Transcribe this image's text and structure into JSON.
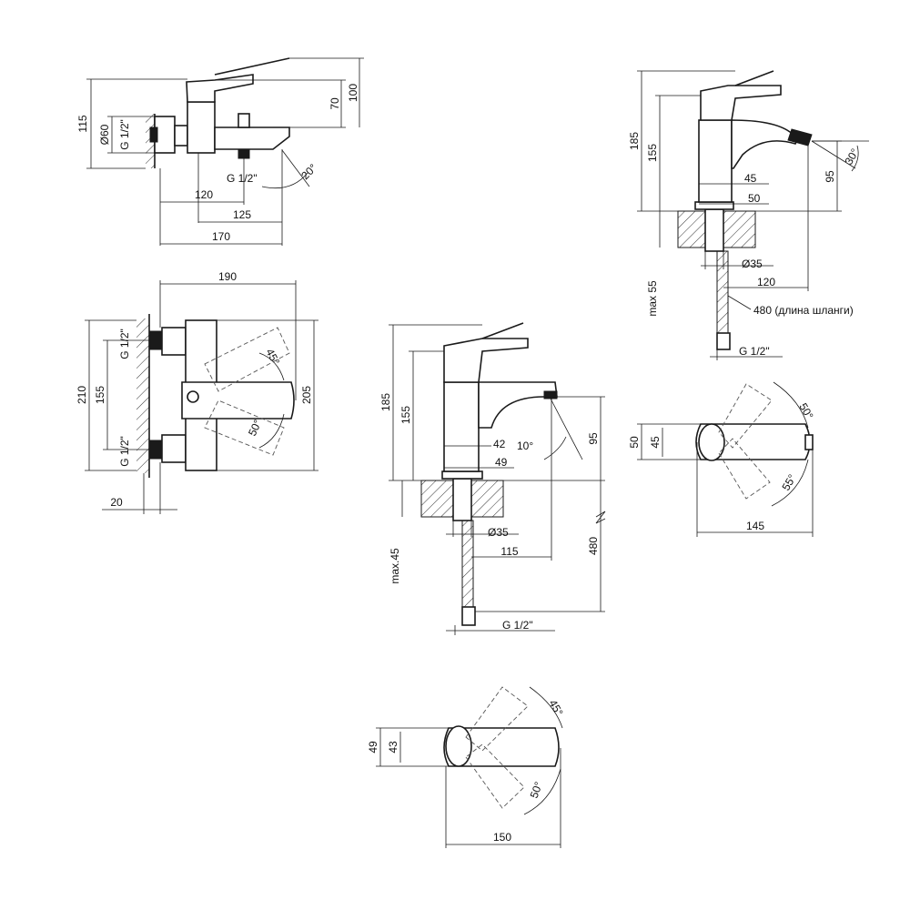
{
  "bath": {
    "dims": {
      "h115": "115",
      "d60": "Ø60",
      "g12": "G 1/2\"",
      "h70": "70",
      "h100": "100",
      "w120": "120",
      "w125": "125",
      "w170": "170",
      "g12b": "G 1/2\"",
      "a20": "20°"
    }
  },
  "bath_front": {
    "dims": {
      "w190": "190",
      "h210": "210",
      "h155": "155",
      "h205": "205",
      "g12a": "G 1/2\"",
      "g12b": "G 1/2\"",
      "a45": "45°",
      "a50": "50°",
      "w20": "20"
    }
  },
  "basin": {
    "dims": {
      "h185": "185",
      "h155": "155",
      "w42": "42",
      "a10": "10°",
      "w49": "49",
      "h95": "95",
      "d35": "Ø35",
      "max45": "max.45",
      "w115": "115",
      "h480": "480",
      "g12": "G 1/2\""
    }
  },
  "bidet": {
    "dims": {
      "h185": "185",
      "h155": "155",
      "w45": "45",
      "w50": "50",
      "h95": "95",
      "a30": "30°",
      "d35": "Ø35",
      "w120": "120",
      "max55": "max 55",
      "hose": "480 (длина шланги)",
      "g12": "G 1/2\""
    }
  },
  "bidet_top": {
    "dims": {
      "h50": "50",
      "h45": "45",
      "w145": "145",
      "a50": "50°",
      "a55": "55°"
    }
  },
  "basin_top": {
    "dims": {
      "h49": "49",
      "h43": "43",
      "w150": "150",
      "a45": "45°",
      "a50": "50°"
    }
  }
}
